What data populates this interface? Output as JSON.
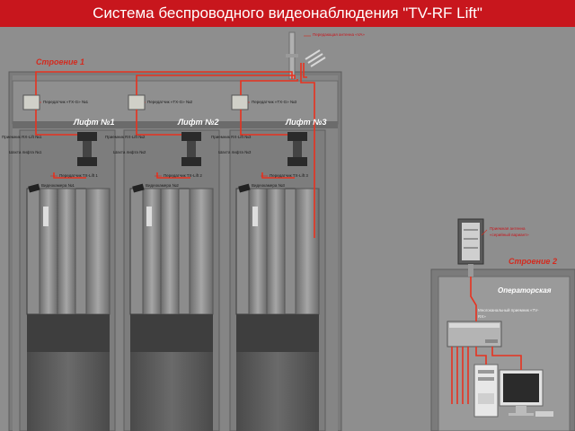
{
  "title": "Система беспроводного видеонаблюдения \"TV-RF Lift\"",
  "building1": {
    "label": "Строение 1",
    "tx_antenna": "Передающая антенна «VA»",
    "transmitters": [
      "Передатчик «TX-G» №1",
      "Передатчик «TX-G» №2",
      "Передатчик «TX-G» №3"
    ],
    "lifts": [
      {
        "name": "Лифт №1",
        "receiver": "Приемник RX-Lift №1",
        "shaft": "Шахта лифта №1",
        "cabin_tx": "Передатчик TX-Lift 1",
        "camera": "Видеокамера №1"
      },
      {
        "name": "Лифт №2",
        "receiver": "Приемник RX-Lift №2",
        "shaft": "Шахта лифта №2",
        "cabin_tx": "Передатчик TX-Lift 2",
        "camera": "Видеокамера №2"
      },
      {
        "name": "Лифт №3",
        "receiver": "Приемник RX-Lift №3",
        "shaft": "Шахта лифта №3",
        "cabin_tx": "Передатчик TX-Lift 3",
        "camera": "Видеокамера №3"
      }
    ]
  },
  "building2": {
    "label": "Строение 2",
    "rx_antenna": "Приемная антенна «серийный вариант»",
    "room": "Операторская",
    "multichannel_receiver": "Многоканальный приемник «TV-RX»"
  },
  "colors": {
    "title_bg": "#c8161d",
    "cable": "#e8321f",
    "building_label": "#d42a1e"
  }
}
